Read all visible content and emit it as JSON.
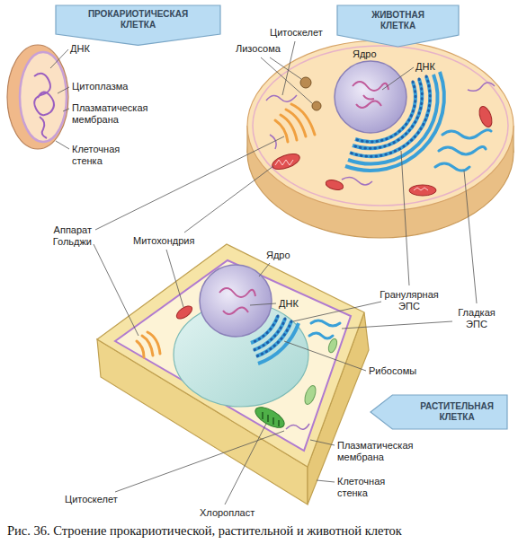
{
  "diagram": {
    "caption": "Рис. 36. Строение прокариотической, растительной и животной клеток",
    "nodes": [
      {
        "text": [
          "ПРОКАРИОТИЧЕСКАЯ КЛЕТКА"
        ]
      },
      {
        "text": [
          "ЖИВОТНАЯ КЛЕТКА"
        ]
      },
      {
        "text": [
          "РАСТИТЕЛЬНАЯ КЛЕТКА"
        ]
      }
    ],
    "labels": [
      "ДНК",
      "Цитоплазма",
      "Плазматическая мембрана",
      "Клеточная стенка",
      "Цитоскелет",
      "Лизосома",
      "Ядро",
      "ДНК",
      "Аппарат Гольджи",
      "Митохондрия",
      "Ядро",
      "ДНК",
      "Гранулярная ЭПС",
      "Гладкая ЭПС",
      "Рибосомы",
      "Плазматическая мембрана",
      "Клеточная стенка",
      "Цитоскелет",
      "Хлоропласт"
    ]
  }
}
